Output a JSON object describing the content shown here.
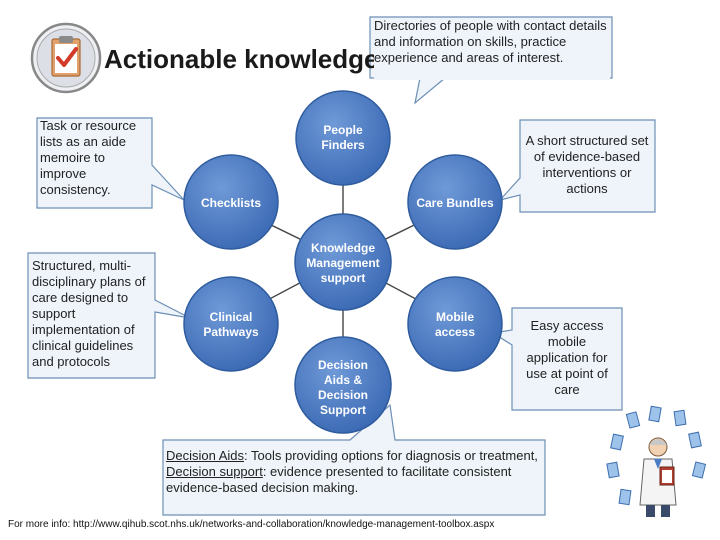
{
  "title": "Actionable knowledge",
  "callouts": {
    "people_finders": "Directories of people with contact details and information on skills, practice experience and areas of interest.",
    "checklists": "Task or resource lists as an aide memoire to improve consistency.",
    "care_bundles": "A short structured set of evidence-based interventions or actions",
    "clinical_pathways": "Structured, multi-disciplinary plans of care designed to support implementation of clinical guidelines and protocols",
    "mobile_access": "Easy access mobile application for use at point of care",
    "decision_aids_term": "Decision Aids",
    "decision_aids_desc": ": Tools providing options for diagnosis or treatment,",
    "decision_support_term": "Decision support",
    "decision_support_desc": ": evidence presented to facilitate consistent evidence-based decision making."
  },
  "nodes": {
    "center": "Knowledge Management support",
    "people_finders": "People Finders",
    "checklists": "Checklists",
    "care_bundles": "Care Bundles",
    "clinical_pathways": "Clinical Pathways",
    "mobile_access": "Mobile access",
    "decision_aids": "Decision Aids & Decision Support"
  },
  "footer": "For more info: http://www.qihub.scot.nhs.uk/networks-and-collaboration/knowledge-management-toolbox.aspx",
  "colors": {
    "node_fill": "#4a7cc7",
    "node_stroke": "#2f5c9e",
    "callout_fill": "#eef4fa",
    "callout_stroke": "#6d8fb5",
    "spoke": "#444444"
  },
  "icons": [
    "clipboard-check-icon",
    "doctor-clipart-icon"
  ]
}
